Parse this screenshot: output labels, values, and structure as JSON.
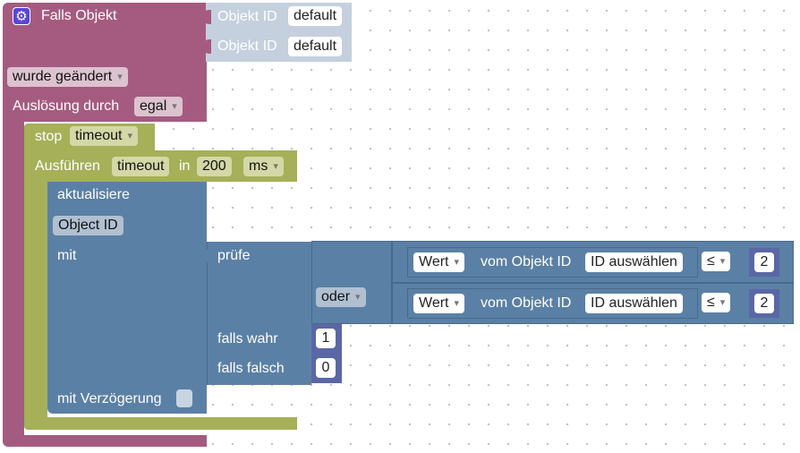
{
  "trigger": {
    "title": "Falls Objekt",
    "gear_icon": "gear-icon",
    "object_inputs": [
      {
        "label": "Objekt ID",
        "value": "default"
      },
      {
        "label": "Objekt ID",
        "value": "default"
      }
    ],
    "condition_value": "wurde geändert",
    "trigger_label": "Auslösung durch",
    "trigger_value": "egal"
  },
  "stop_block": {
    "label": "stop",
    "value": "timeout"
  },
  "timeout_block": {
    "label": "Ausführen",
    "name_value": "timeout",
    "in_label": "in",
    "delay_value": "200",
    "unit_value": "ms"
  },
  "update_block": {
    "title": "aktualisiere",
    "object_value": "Object ID",
    "with_label": "mit",
    "delay_label": "mit Verzögerung"
  },
  "ternary_block": {
    "check_label": "prüfe",
    "true_label": "falls wahr",
    "false_label": "falls falsch",
    "true_value": "1",
    "false_value": "0"
  },
  "logic_block": {
    "operator": "oder"
  },
  "comparisons": [
    {
      "value_field": "Wert",
      "from_label": "vom Objekt ID",
      "object_field": "ID auswählen",
      "operator": "≤",
      "number": "2"
    },
    {
      "value_field": "Wert",
      "from_label": "vom Objekt ID",
      "object_field": "ID auswählen",
      "operator": "≤",
      "number": "2"
    }
  ],
  "colors": {
    "event": "#a55b80",
    "object_id": "#c5d0de",
    "control": "#a5b058",
    "state": "#5b80a5",
    "number": "#5b67a5"
  }
}
